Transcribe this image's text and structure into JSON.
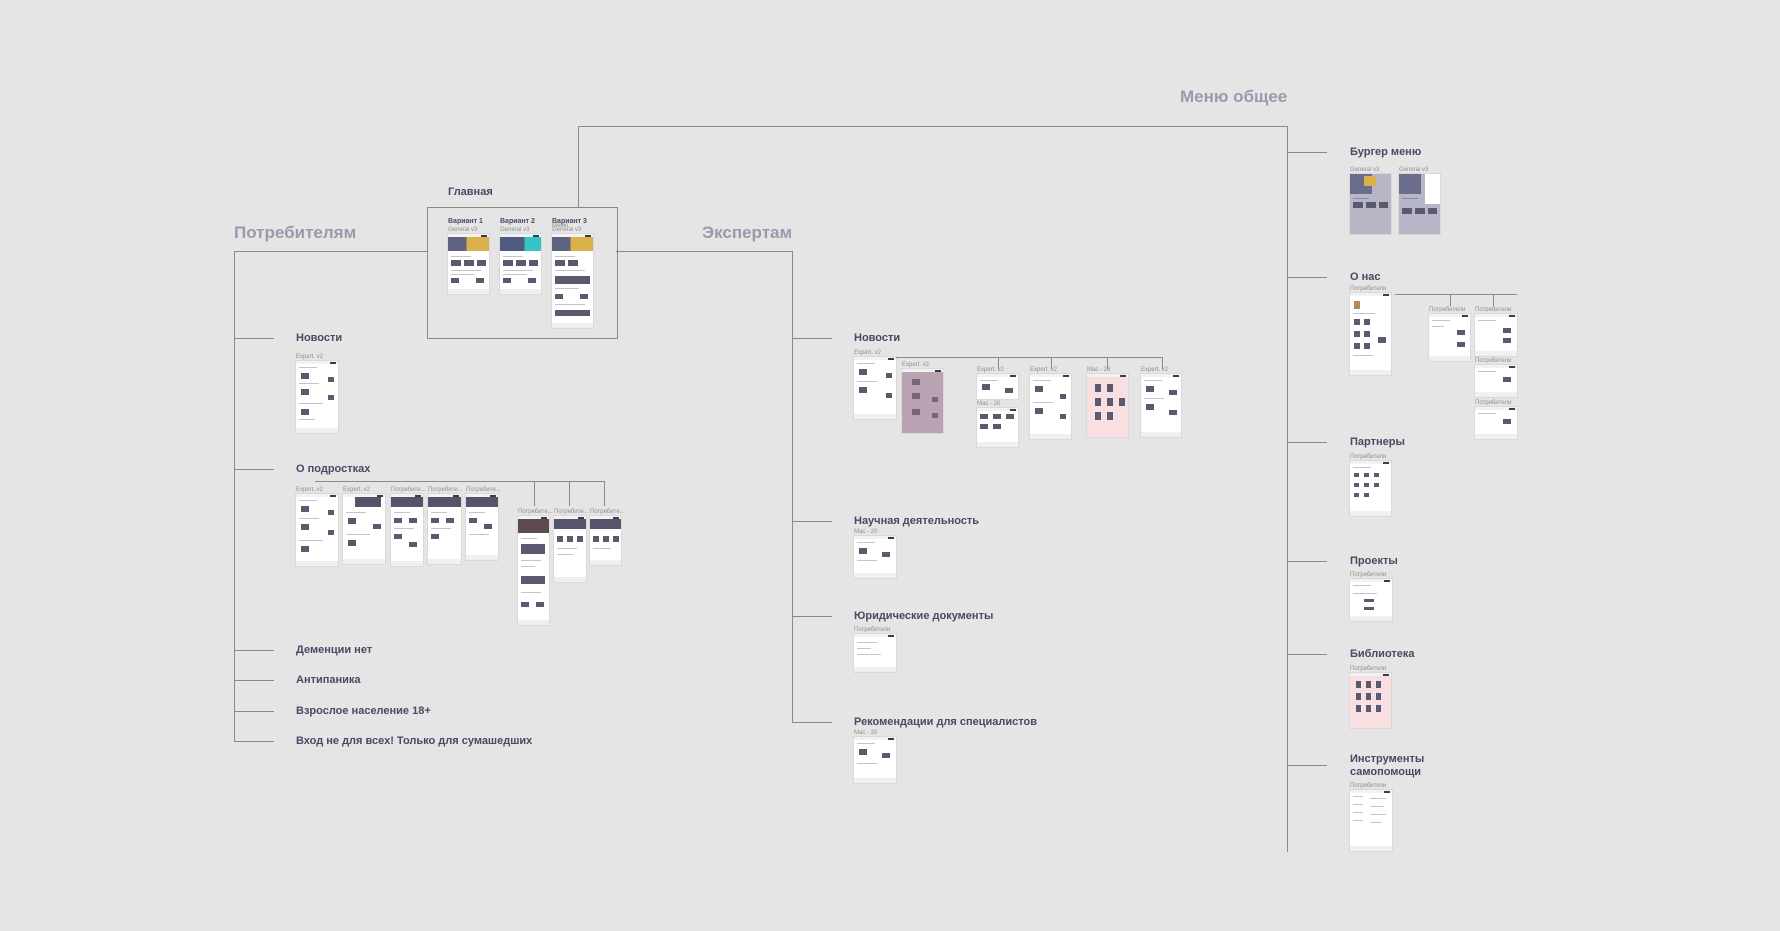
{
  "sections": {
    "home": "Главная",
    "consumers": "Потребителям",
    "experts": "Экспертам",
    "general_menu": "Меню общее"
  },
  "home_variants": [
    "Вариант 1",
    "Вариант 2",
    "Вариант 3"
  ],
  "home_variant_tags": [
    "General v3",
    "General v3",
    "General v3"
  ],
  "home_variant3_extra": "Меню",
  "consumers": {
    "news": "Новости",
    "news_tag": "Expert. v2",
    "teens": "О подростках",
    "teens_tags": [
      "Expert. v2",
      "Expert. v2",
      "Потребите...",
      "Потребите...",
      "Потребите..."
    ],
    "teens_sub_tags": [
      "Потребите...",
      "Потребите...",
      "Потребите..."
    ],
    "dementia": "Деменции нет",
    "antipanic": "Антипаника",
    "adults": "Взрослое население 18+",
    "madmen": "Вход не для всех! Только для сумашедших"
  },
  "experts": {
    "news": "Новости",
    "news_tags": [
      "Expert. v2",
      "Expert. v2",
      "Expert. v2",
      "Expert. v2",
      "Mac - 28",
      "Expert. v2"
    ],
    "news_sub_tag": "Mac - 20",
    "science": "Научная деятельность",
    "science_tag": "Mac - 20",
    "legal": "Юридические документы",
    "legal_tag": "Потребители",
    "recommendations": "Рекомендации для специалистов",
    "recommendations_tag": "Mac - 32"
  },
  "menu": {
    "burger": "Бургер меню",
    "burger_tags": [
      "General v3",
      "General v3"
    ],
    "about": "О нас",
    "about_tag": "Потребители",
    "about_sub_tags": [
      "Потребители",
      "Потребители",
      "Потребители",
      "Потребители"
    ],
    "partners": "Партнеры",
    "partners_tag": "Потребители",
    "projects": "Проекты",
    "projects_tag": "Потребители",
    "library": "Библиотека",
    "library_tag": "Потребители",
    "tools": "Инструменты самопомощи",
    "tools_tag": "Потребители"
  }
}
